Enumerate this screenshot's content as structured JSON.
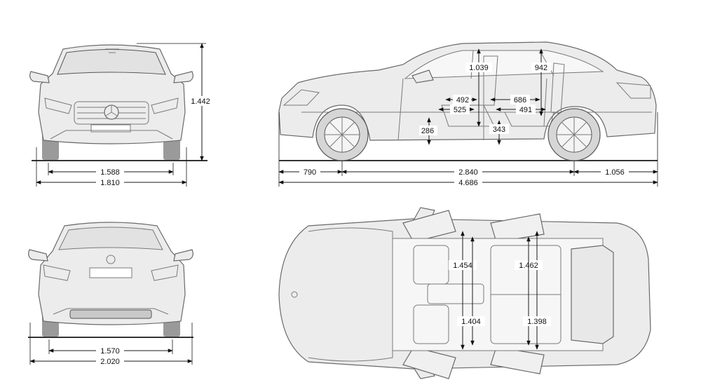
{
  "dimensions": {
    "front_track": "1.588",
    "front_width": "1.810",
    "height": "1.442",
    "front_overhang": "790",
    "wheelbase": "2.840",
    "rear_overhang": "1.056",
    "length": "4.686",
    "front_headroom": "1.039",
    "rear_headroom": "942",
    "front_legroom_a": "492",
    "front_legroom_b": "525",
    "rear_legroom_a": "686",
    "rear_legroom_b": "491",
    "front_seat_height": "286",
    "rear_seat_height": "343",
    "rear_track": "1.570",
    "width_with_mirrors": "2.020",
    "front_shoulder_width": "1.454",
    "rear_shoulder_width": "1.462",
    "front_hip_width": "1.404",
    "rear_hip_width": "1.398"
  }
}
